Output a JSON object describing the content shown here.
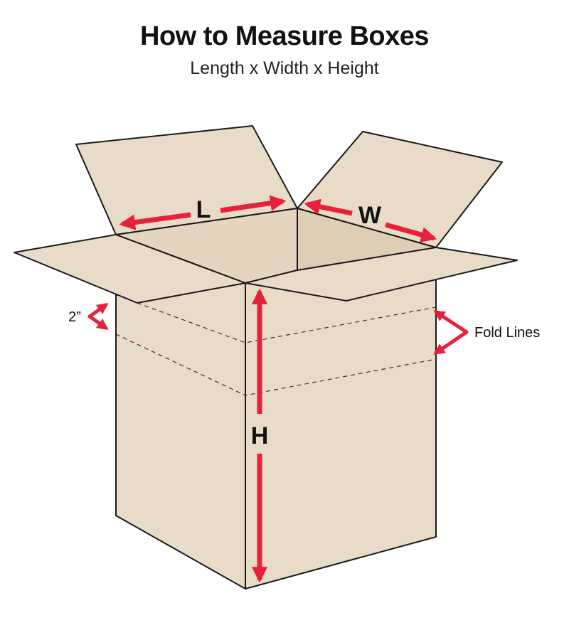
{
  "title": "How to Measure Boxes",
  "subtitle": "Length x Width x Height",
  "labels": {
    "length": "L",
    "width": "W",
    "height": "H",
    "flap_depth": "2”",
    "fold_lines": "Fold Lines"
  },
  "colors": {
    "cardboard": "#e8dcc8",
    "cardboard_inner": "#e3d5bf",
    "outline": "#1a1a1a",
    "arrow": "#e8213a",
    "text": "#111111"
  }
}
